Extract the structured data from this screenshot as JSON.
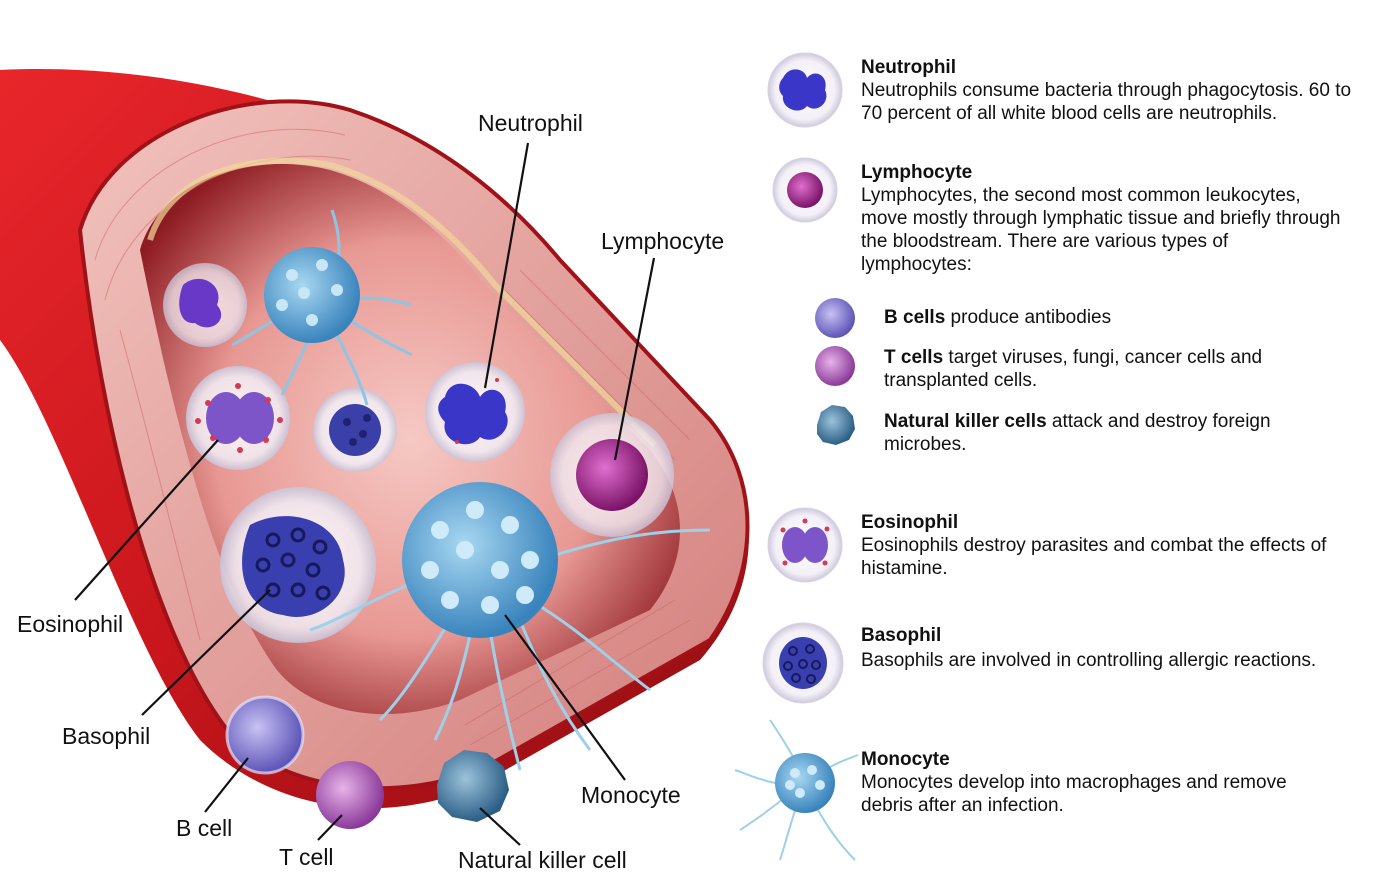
{
  "callouts": {
    "neutrophil": "Neutrophil",
    "lymphocyte": "Lymphocyte",
    "eosinophil": "Eosinophil",
    "basophil": "Basophil",
    "b_cell": "B cell",
    "t_cell": "T cell",
    "natural_killer": "Natural killer cell",
    "monocyte": "Monocyte"
  },
  "legend": {
    "neutrophil": {
      "title": "Neutrophil",
      "desc": "Neutrophils consume bacteria through phagocytosis. 60 to 70 percent of all white blood cells are neutrophils.",
      "icon": "neutrophil-cell-icon"
    },
    "lymphocyte": {
      "title": "Lymphocyte",
      "desc": "Lymphocytes, the second most common leukocytes, move mostly through lymphatic tissue and briefly through the bloodstream. There are various types of lymphocytes:",
      "icon": "lymphocyte-cell-icon"
    },
    "sub": {
      "b_cells": {
        "bold": "B cells",
        "rest": " produce antibodies",
        "icon": "b-cell-icon"
      },
      "t_cells": {
        "bold": "T cells",
        "rest": " target viruses, fungi, cancer cells and transplanted cells.",
        "icon": "t-cell-icon"
      },
      "nk_cells": {
        "bold": "Natural killer cells",
        "rest": " attack and destroy foreign microbes.",
        "icon": "natural-killer-cell-icon"
      }
    },
    "eosinophil": {
      "title": "Eosinophil",
      "desc": "Eosinophils destroy parasites and combat the effects of histamine.",
      "icon": "eosinophil-cell-icon"
    },
    "basophil": {
      "title": "Basophil",
      "desc": "Basophils are involved in controlling allergic reactions.",
      "icon": "basophil-cell-icon"
    },
    "monocyte": {
      "title": "Monocyte",
      "desc": "Monocytes develop into macrophages and remove debris after an infection.",
      "icon": "monocyte-cell-icon"
    }
  },
  "colors": {
    "vessel_red": "#c8161c",
    "vessel_inner": "#e9a4a0",
    "nucleus_purple": "#3a2aa8",
    "monocyte_blue": "#5aa5d8",
    "lymphocyte_magenta": "#a0238a"
  }
}
